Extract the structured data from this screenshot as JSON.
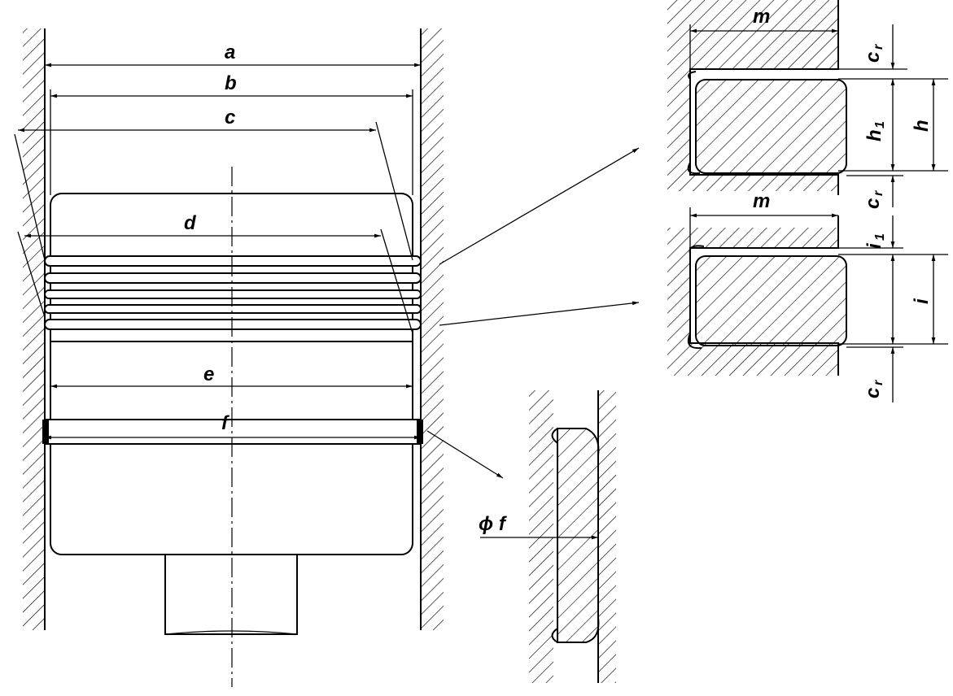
{
  "labels": {
    "a": "a",
    "b": "b",
    "c": "c",
    "d": "d",
    "e": "e",
    "f": "f",
    "m_top": "m",
    "m_bottom": "m",
    "cr_1": "c",
    "cr_2": "c",
    "cr_3": "c",
    "cr_sub": "r",
    "h1": "h",
    "h1_sub": "1",
    "h": "h",
    "i1": "i",
    "i1_sub": "1",
    "i": "i",
    "phi_f": "ϕ f"
  }
}
